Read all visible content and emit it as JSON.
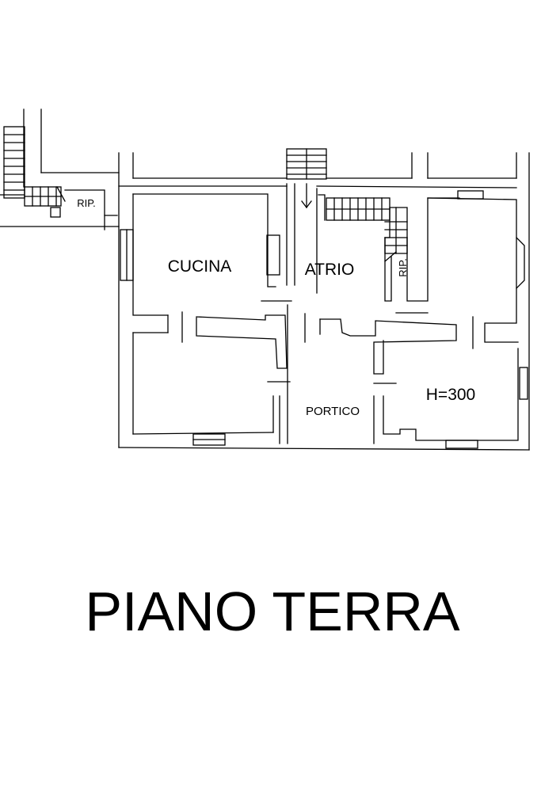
{
  "drawing": {
    "title": "PIANO TERRA",
    "rooms": {
      "cucina": "CUCINA",
      "atrio": "ATRIO",
      "portico": "PORTICO",
      "height_note": "H=300",
      "rip_left": "RIP.",
      "rip_right": "RIP."
    }
  },
  "colors": {
    "line": "#000000",
    "background": "#ffffff"
  }
}
